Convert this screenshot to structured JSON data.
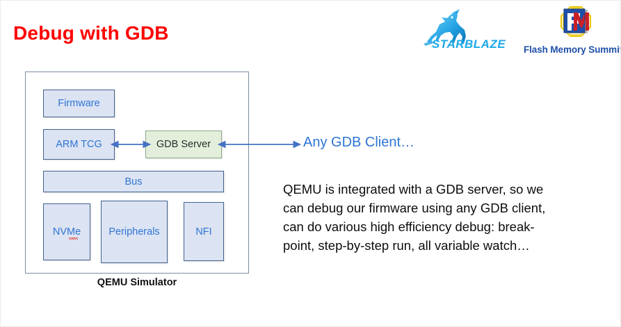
{
  "slide": {
    "title": "Debug with GDB",
    "title_color": "#FF0000",
    "background": "#FFFFFF"
  },
  "logos": {
    "starblaze": {
      "name": "starblaze-logo",
      "wordmark": "STARBLAZE",
      "icon": "unicorn-icon",
      "color": "#1CA9E8"
    },
    "flash_memory_summit": {
      "name": "flash-memory-summit-logo",
      "wordmark": "Flash Memory Summit",
      "monogram": "FM",
      "color": "#1F4FA8"
    }
  },
  "diagram": {
    "caption": "QEMU Simulator",
    "container_name": "qemu-simulator-boundary",
    "boxes": [
      {
        "id": "firmware",
        "label": "Firmware",
        "fill": "#DCE3F2",
        "border": "#41628E",
        "text_color": "#2E75D4"
      },
      {
        "id": "arm_tcg",
        "label": "ARM TCG",
        "fill": "#DCE3F2",
        "border": "#41628E",
        "text_color": "#2E75D4"
      },
      {
        "id": "gdb_server",
        "label": "GDB Server",
        "fill": "#E3EFDB",
        "border": "#8FA68C",
        "text_color": "#2B2B2B"
      },
      {
        "id": "bus",
        "label": "Bus",
        "fill": "#DCE3F2",
        "border": "#41628E",
        "text_color": "#2E75D4"
      },
      {
        "id": "nvme",
        "label": "NVMe",
        "fill": "#DCE3F2",
        "border": "#41628E",
        "text_color": "#2E75D4",
        "spellcheck_flagged": true
      },
      {
        "id": "peripherals",
        "label": "Peripherals",
        "fill": "#DCE3F2",
        "border": "#41628E",
        "text_color": "#2E75D4"
      },
      {
        "id": "nfi",
        "label": "NFI",
        "fill": "#DCE3F2",
        "border": "#41628E",
        "text_color": "#2E75D4"
      }
    ],
    "connectors": [
      {
        "id": "arm-tcg-to-gdb-server",
        "from": "arm_tcg",
        "to": "gdb_server",
        "style": "double-headed",
        "color": "#4472C4"
      },
      {
        "id": "gdb-server-to-client",
        "from": "gdb_server",
        "to": "any_gdb_client",
        "style": "double-headed",
        "color": "#4472C4"
      }
    ]
  },
  "callouts": {
    "any_gdb_client": "Any GDB Client…",
    "any_gdb_client_color": "#2E75D4"
  },
  "body": {
    "paragraph": "QEMU is integrated with a GDB server, so we can debug our firmware using any GDB client, can do various high efficiency debug: break-point, step-by-step run, all variable watch…"
  }
}
